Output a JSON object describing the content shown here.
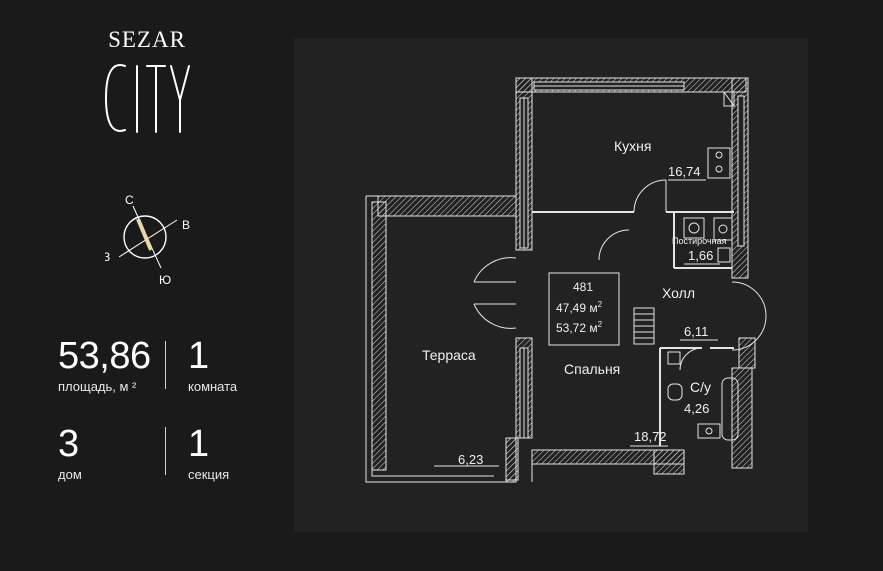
{
  "logo": {
    "line1": "SEZAR",
    "line2": "CITY"
  },
  "compass": {
    "north": "С",
    "east": "В",
    "south": "Ю",
    "west": "З"
  },
  "stats": {
    "area": {
      "value": "53,86",
      "label": "площадь, м ²"
    },
    "rooms": {
      "value": "1",
      "label": "комната"
    },
    "house": {
      "value": "3",
      "label": "дом"
    },
    "section": {
      "value": "1",
      "label": "секция"
    }
  },
  "plan": {
    "kitchen": {
      "name": "Кухня",
      "area": "16,74"
    },
    "laundry": {
      "name": "Постирочная",
      "area": "1,66"
    },
    "hall": {
      "name": "Холл",
      "area": "6,11"
    },
    "bath": {
      "name": "С/у",
      "area": "4,26"
    },
    "bedroom": {
      "name": "Спальня",
      "area": "18,72"
    },
    "terrace": {
      "name": "Терраса",
      "area": "6,23"
    },
    "apartment": {
      "number": "481",
      "area_living": "47,49 м",
      "area_total": "53,72 м",
      "sup": "2"
    }
  }
}
